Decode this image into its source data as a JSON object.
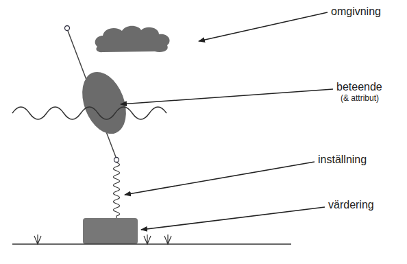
{
  "diagram": {
    "labels": [
      "omgivning",
      "beteende",
      "(& attribut)",
      "inställning",
      "värdering"
    ]
  }
}
